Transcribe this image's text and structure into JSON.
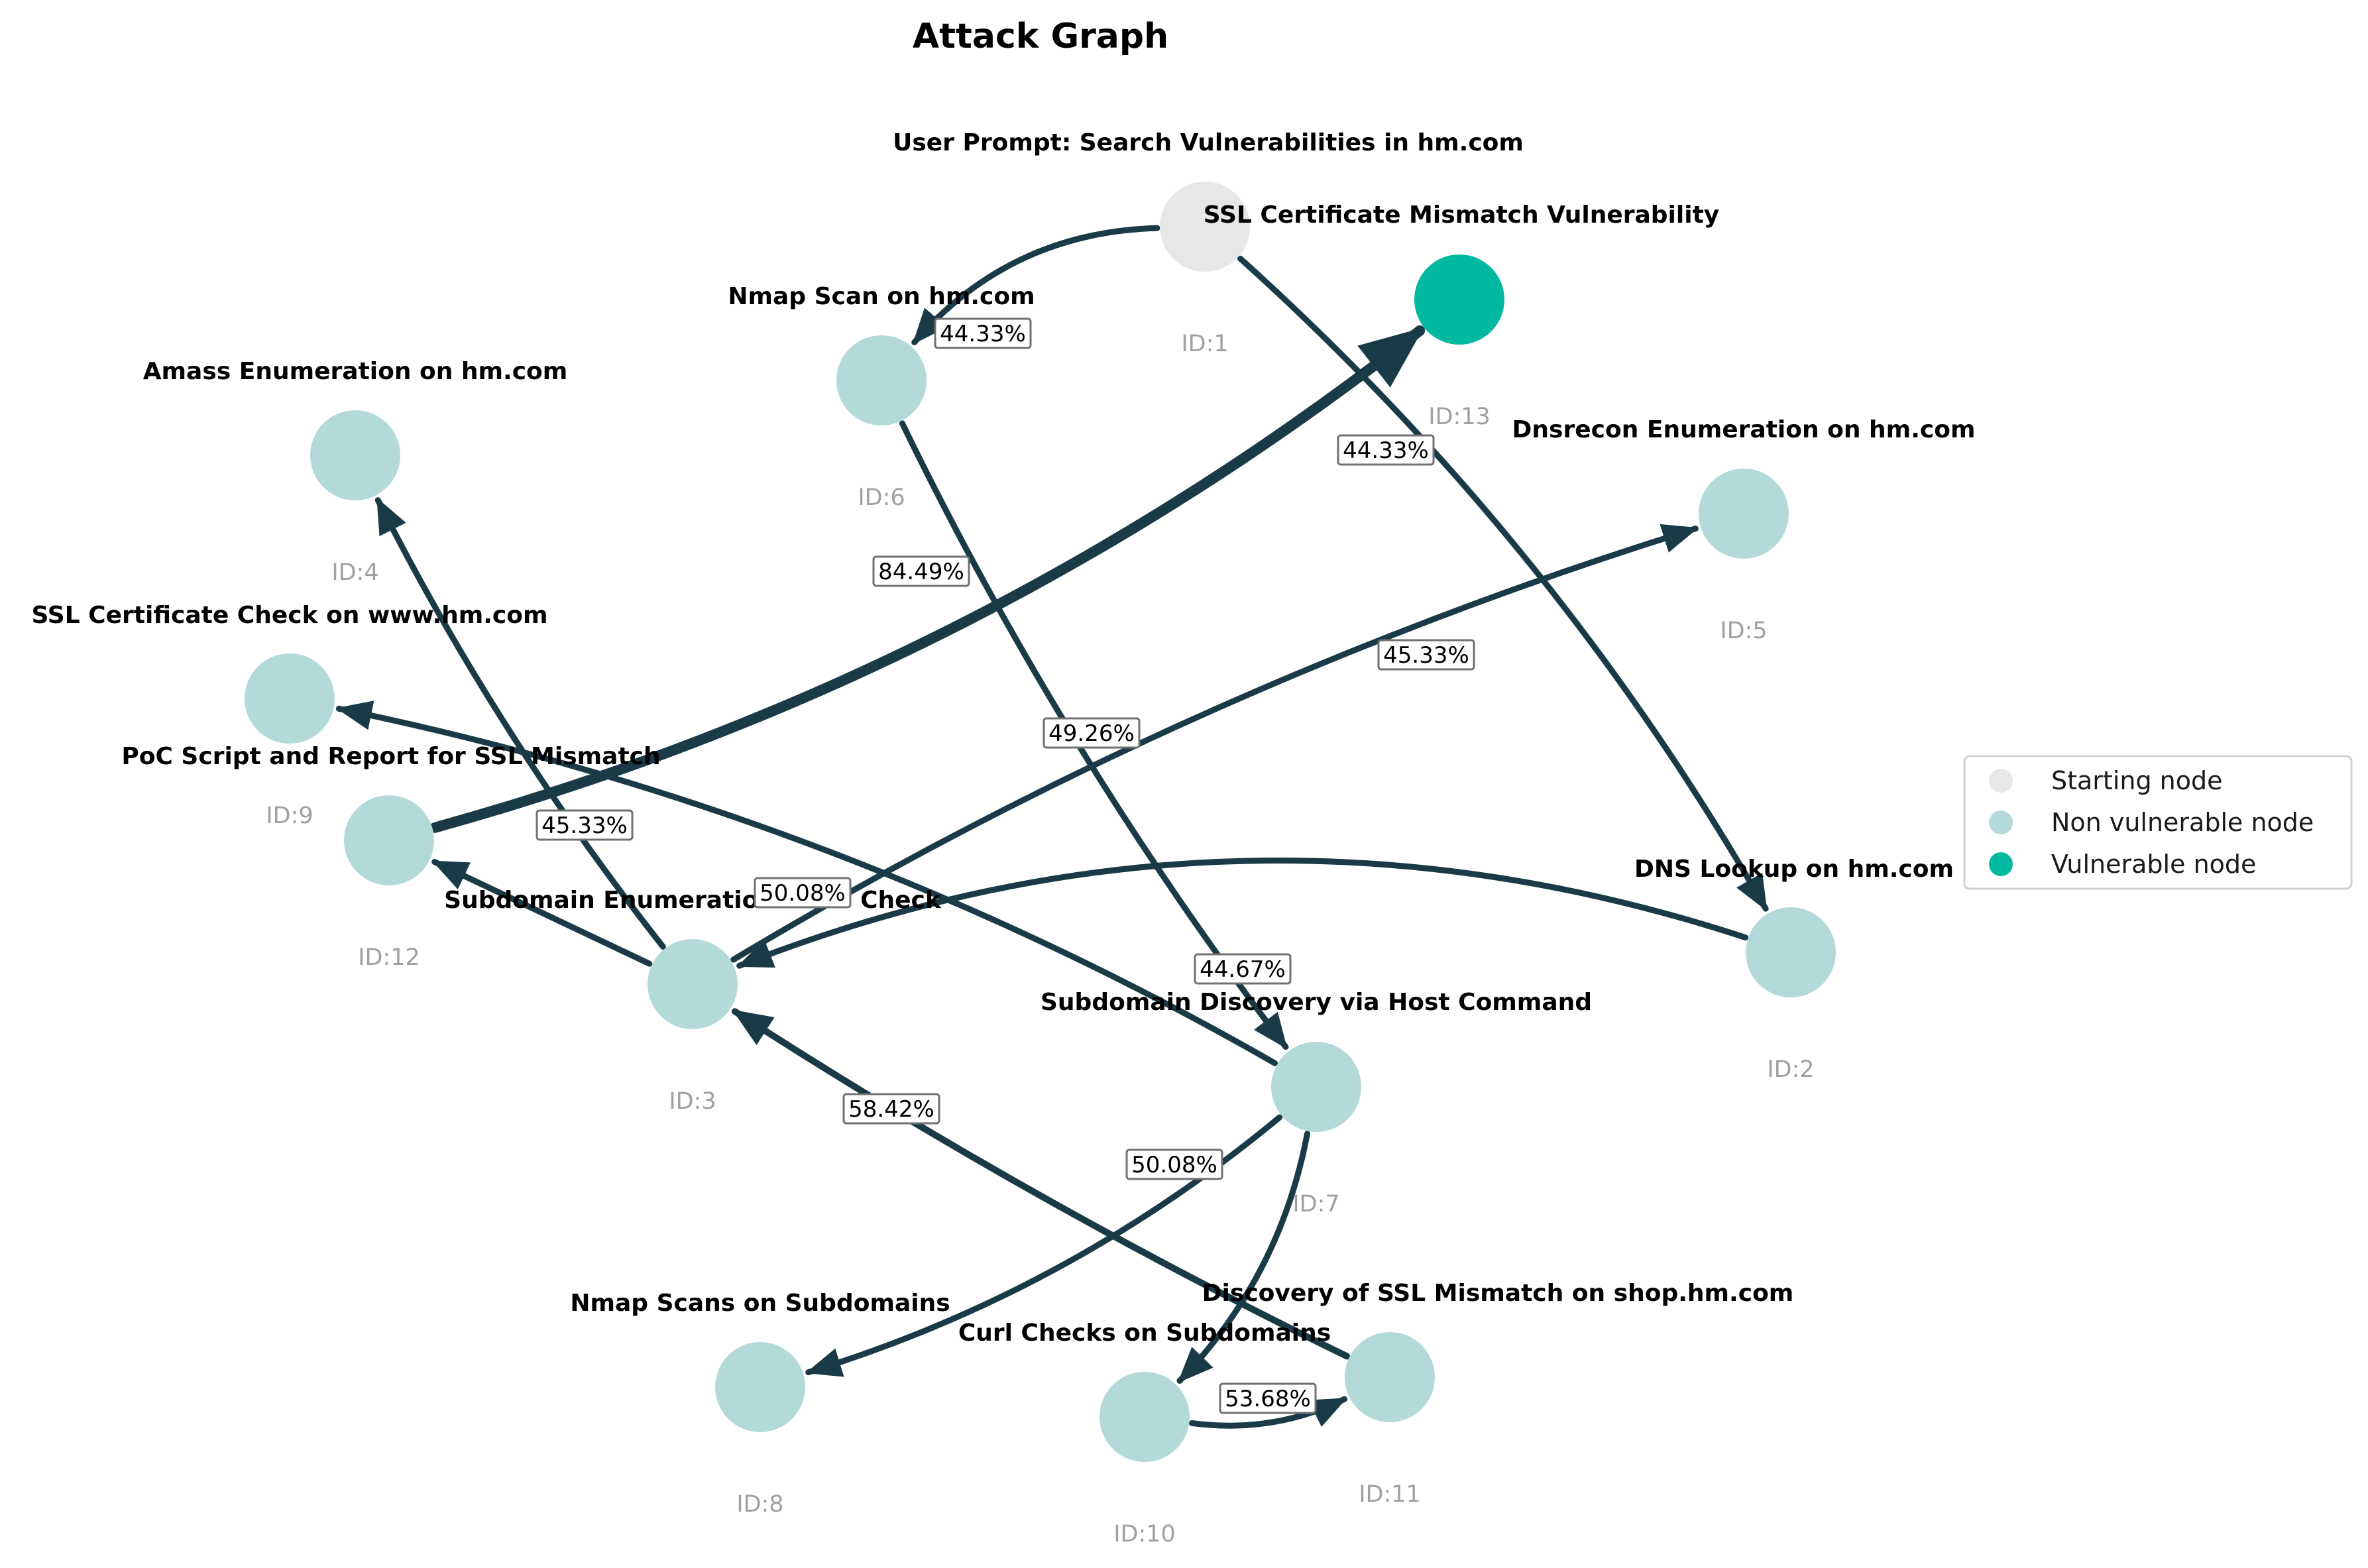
{
  "title": "Attack Graph",
  "colors": {
    "start": "#e6e7e8",
    "non_vulnerable": "#b3d9d9",
    "vulnerable": "#00b9a0",
    "edge": "#1a3a48"
  },
  "legend": {
    "items": [
      {
        "label": "Starting node",
        "status": "start"
      },
      {
        "label": "Non vulnerable node",
        "status": "non_vulnerable"
      },
      {
        "label": "Vulnerable node",
        "status": "vulnerable"
      }
    ]
  },
  "nodes": [
    {
      "id": 1,
      "id_label": "ID:1",
      "title": "User Prompt: Search Vulnerabilities in hm.com",
      "status": "start"
    },
    {
      "id": 2,
      "id_label": "ID:2",
      "title": "DNS Lookup on hm.com",
      "status": "non_vulnerable"
    },
    {
      "id": 3,
      "id_label": "ID:3",
      "title": "Subdomain Enumeration Tools Check",
      "status": "non_vulnerable"
    },
    {
      "id": 4,
      "id_label": "ID:4",
      "title": "Amass Enumeration on hm.com",
      "status": "non_vulnerable"
    },
    {
      "id": 5,
      "id_label": "ID:5",
      "title": "Dnsrecon Enumeration on hm.com",
      "status": "non_vulnerable"
    },
    {
      "id": 6,
      "id_label": "ID:6",
      "title": "Nmap Scan on hm.com",
      "status": "non_vulnerable"
    },
    {
      "id": 7,
      "id_label": "ID:7",
      "title": "Subdomain Discovery via Host Command",
      "status": "non_vulnerable"
    },
    {
      "id": 8,
      "id_label": "ID:8",
      "title": "Nmap Scans on Subdomains",
      "status": "non_vulnerable"
    },
    {
      "id": 9,
      "id_label": "ID:9",
      "title": "SSL Certificate Check on www.hm.com",
      "status": "non_vulnerable"
    },
    {
      "id": 10,
      "id_label": "ID:10",
      "title": "Curl Checks on Subdomains",
      "status": "non_vulnerable"
    },
    {
      "id": 11,
      "id_label": "ID:11",
      "title": "Discovery of SSL Mismatch on shop.hm.com",
      "status": "non_vulnerable"
    },
    {
      "id": 12,
      "id_label": "ID:12",
      "title": "PoC Script and Report for SSL Mismatch",
      "status": "non_vulnerable"
    },
    {
      "id": 13,
      "id_label": "ID:13",
      "title": "SSL Certificate Mismatch Vulnerability",
      "status": "vulnerable"
    }
  ],
  "edges": [
    {
      "from": 1,
      "to": 6,
      "label": "44.33%"
    },
    {
      "from": 1,
      "to": 2,
      "label": "44.33%"
    },
    {
      "from": 6,
      "to": 7,
      "label": "49.26%"
    },
    {
      "from": 3,
      "to": 4,
      "label": "45.33%"
    },
    {
      "from": 3,
      "to": 5,
      "label": "45.33%"
    },
    {
      "from": 3,
      "to": 12,
      "label": "50.08%"
    },
    {
      "from": 2,
      "to": 3,
      "label": ""
    },
    {
      "from": 7,
      "to": 9,
      "label": "44.67%"
    },
    {
      "from": 7,
      "to": 8,
      "label": "50.08%"
    },
    {
      "from": 7,
      "to": 10,
      "label": ""
    },
    {
      "from": 10,
      "to": 11,
      "label": "53.68%"
    },
    {
      "from": 11,
      "to": 3,
      "label": "58.42%"
    },
    {
      "from": 12,
      "to": 13,
      "label": "84.49%"
    }
  ]
}
